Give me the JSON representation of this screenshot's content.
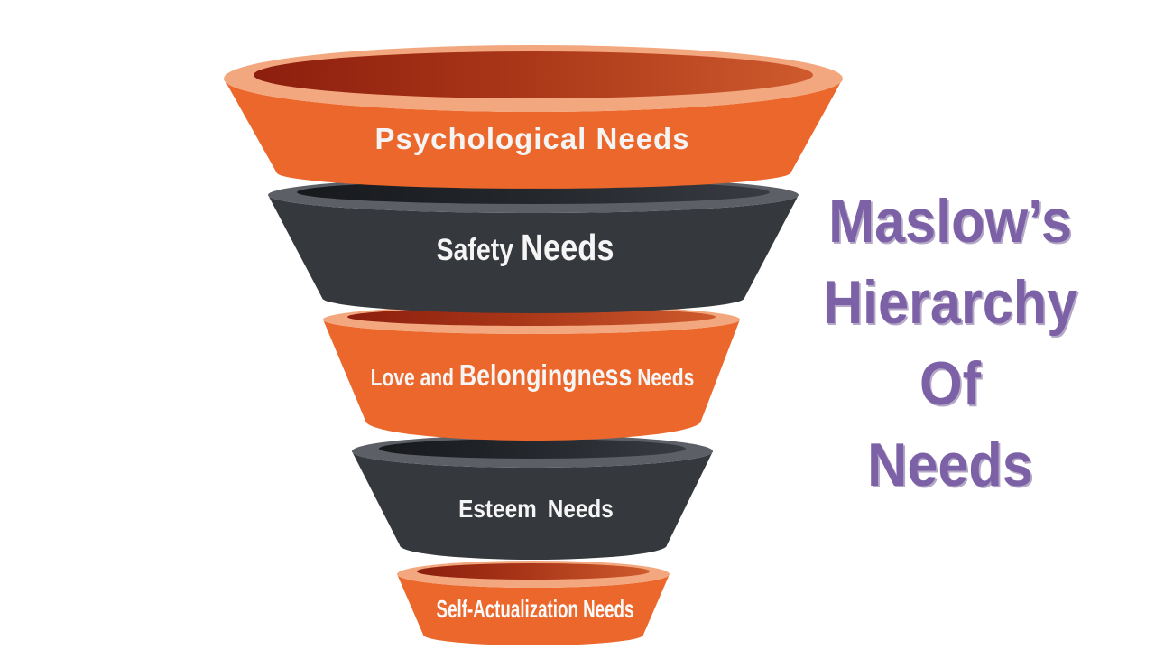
{
  "diagram_title": {
    "lines": [
      "Maslow’s",
      "Hierarchy",
      "Of",
      "Needs"
    ],
    "color": "#7C61A6"
  },
  "funnel": {
    "levels": [
      {
        "id": "psychological",
        "theme": "orange",
        "label": "Psychological Needs"
      },
      {
        "id": "safety",
        "theme": "dark",
        "label_prefix": "Safety ",
        "label_emphasis": "Needs"
      },
      {
        "id": "love-belongingness",
        "theme": "orange",
        "label_prefix": "Love and ",
        "label_emphasis": "Belongingness",
        "label_suffix": " Needs"
      },
      {
        "id": "esteem",
        "theme": "dark",
        "label": "Esteem Needs"
      },
      {
        "id": "self-actualization",
        "theme": "orange",
        "label": "Self-Actualization Needs"
      }
    ],
    "colors": {
      "orange_body": "#EC672B",
      "orange_rim": "#F3A77E",
      "dark_body": "#35383D",
      "dark_rim": "#5C5F65",
      "pool_red_start": "#8C1E0E",
      "pool_red_mid": "#A83517",
      "pool_red_end": "#CE5A2D",
      "pool_dark_start": "#17191D",
      "pool_dark_mid": "#24272C",
      "pool_dark_end": "#383B41",
      "label_text": "#F5F5F5"
    }
  }
}
